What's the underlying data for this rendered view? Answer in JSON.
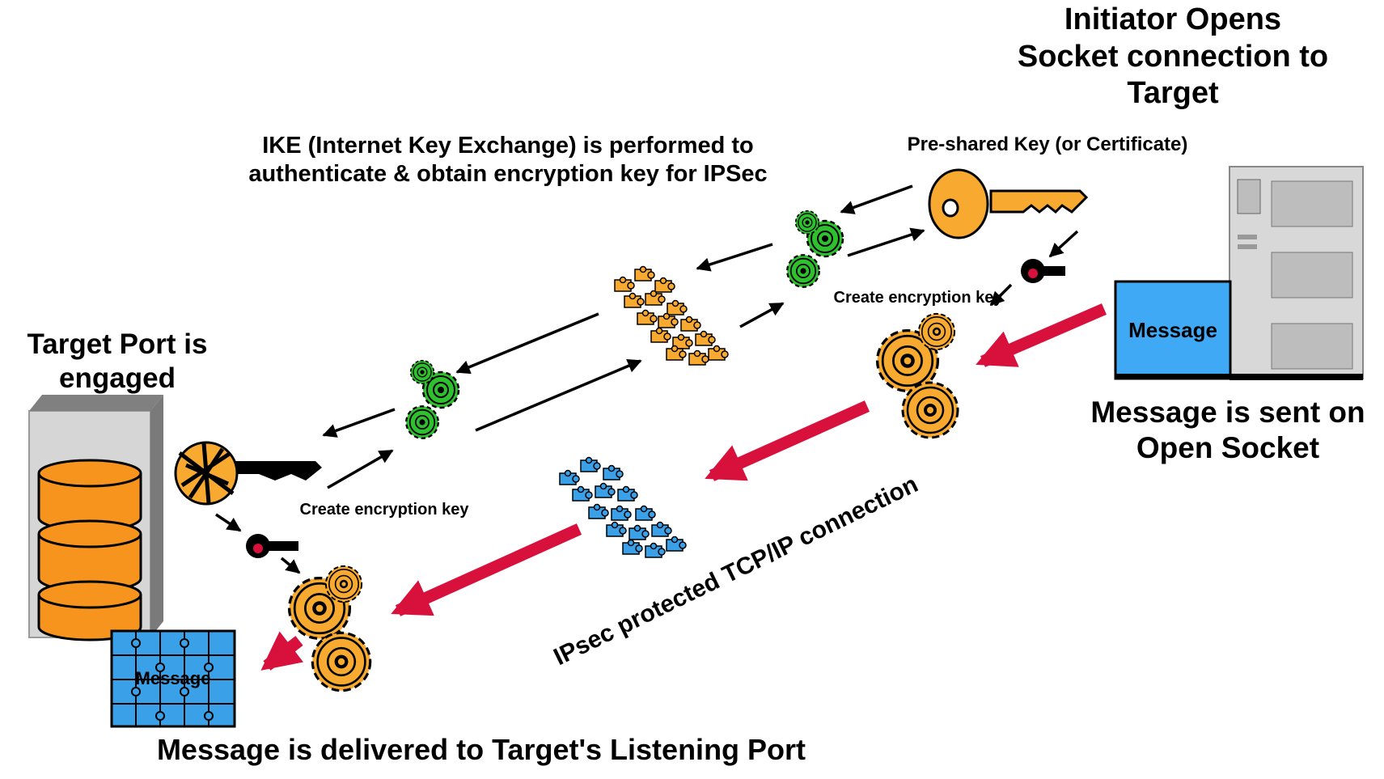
{
  "labels": {
    "initiator_title": [
      "Initiator Opens",
      "Socket connection to",
      "Target"
    ],
    "preshared_key": "Pre-shared Key (or Certificate)",
    "ike_description": [
      "IKE (Internet Key Exchange) is performed to",
      "authenticate & obtain encryption key for IPSec"
    ],
    "create_key_right": "Create encryption key",
    "create_key_left": "Create encryption key",
    "target_port": [
      "Target Port is",
      "engaged"
    ],
    "message_box": "Message",
    "message_sent": [
      "Message is sent on",
      "Open Socket"
    ],
    "ipsec_connection": "IPsec protected TCP/IP connection",
    "puzzle_message": "Message",
    "delivered": "Message is delivered to Target's Listening Port"
  },
  "colors": {
    "key_orange": "#f7a930",
    "gear_green": "#2fc02f",
    "puzzle_blue": "#3aa0e8",
    "message_blue": "#3fa9f5",
    "flow_red": "#d8103c",
    "db_orange": "#f7941d"
  },
  "icons": [
    "server-icon",
    "database-icon",
    "key-icon",
    "gear-icon",
    "puzzle-icon"
  ]
}
